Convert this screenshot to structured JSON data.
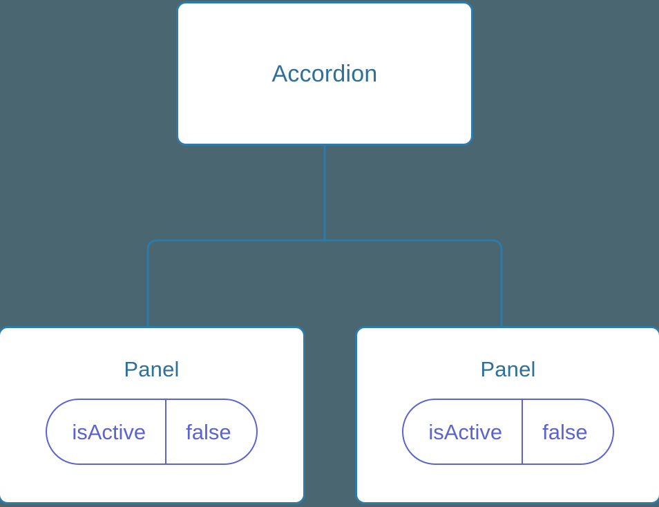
{
  "diagram": {
    "type": "component-tree",
    "background_color": "#4a6670",
    "edge_color": "#2f7ba8",
    "node_border_color": "#2f7ba8",
    "node_fill_color": "#ffffff",
    "node_title_color": "#2f7099",
    "prop_color": "#5b63d3",
    "root": {
      "label": "Accordion"
    },
    "children": [
      {
        "label": "Panel",
        "props": [
          {
            "key": "isActive",
            "value": "false"
          }
        ]
      },
      {
        "label": "Panel",
        "props": [
          {
            "key": "isActive",
            "value": "false"
          }
        ]
      }
    ]
  }
}
